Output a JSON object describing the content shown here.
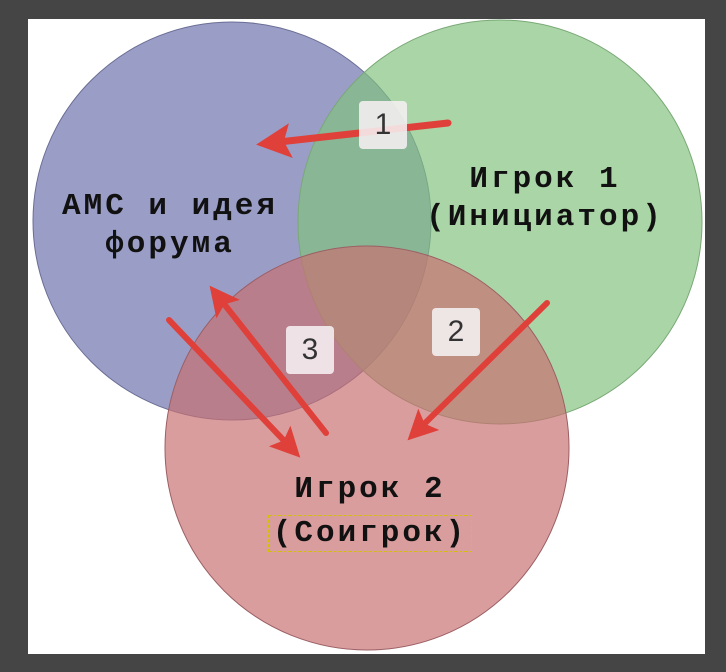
{
  "diagram": {
    "type": "venn",
    "circles": [
      {
        "id": "ams",
        "label_lines": [
          "АМС и идея",
          "форума"
        ],
        "color": "#9b9fc6"
      },
      {
        "id": "player1",
        "label_lines": [
          "Игрок 1",
          "(Инициатор)"
        ],
        "color": "#a9d2a4"
      },
      {
        "id": "player2",
        "label_lines": [
          "Игрок 2",
          "(Соигрок)"
        ],
        "color": "#d69a9a"
      }
    ],
    "badges": [
      {
        "number": "1"
      },
      {
        "number": "2"
      },
      {
        "number": "3"
      }
    ],
    "arrows": [
      {
        "from": "player1",
        "to": "ams",
        "badge": "1"
      },
      {
        "from": "player1",
        "to": "player2",
        "badge": "2"
      },
      {
        "from": "ams",
        "to": "player2",
        "badge": "3"
      },
      {
        "from": "player2",
        "to": "ams",
        "badge": "3"
      }
    ],
    "arrow_color": "#e0403a",
    "background": "#ffffff",
    "frame_color": "#454545"
  }
}
